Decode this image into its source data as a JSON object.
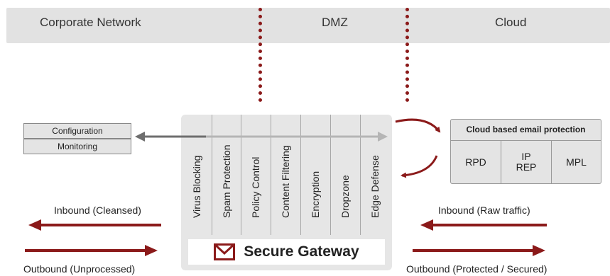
{
  "zones": [
    "Corporate Network",
    "DMZ",
    "Cloud"
  ],
  "config_panel": {
    "top": "Configuration",
    "bottom": "Monitoring"
  },
  "gateway": {
    "features": [
      "Virus Blocking",
      "Spam Protection",
      "Policy Control",
      "Content Filtering",
      "Encryption",
      "Dropzone",
      "Edge Defense"
    ],
    "title": "Secure Gateway",
    "title_icon": "envelope-icon"
  },
  "cloud_protection": {
    "title": "Cloud based email protection",
    "items": [
      "RPD",
      "IP REP",
      "MPL"
    ]
  },
  "flows": {
    "inbound_left": "Inbound (Cleansed)",
    "outbound_left": "Outbound (Unprocessed)",
    "inbound_right": "Inbound (Raw traffic)",
    "outbound_right": "Outbound (Protected / Secured)"
  },
  "colors": {
    "accent": "#8b1a1a",
    "zone_bar": "#e2e2e2",
    "panel": "#e6e6e6",
    "connector": "#6e6e6e"
  }
}
